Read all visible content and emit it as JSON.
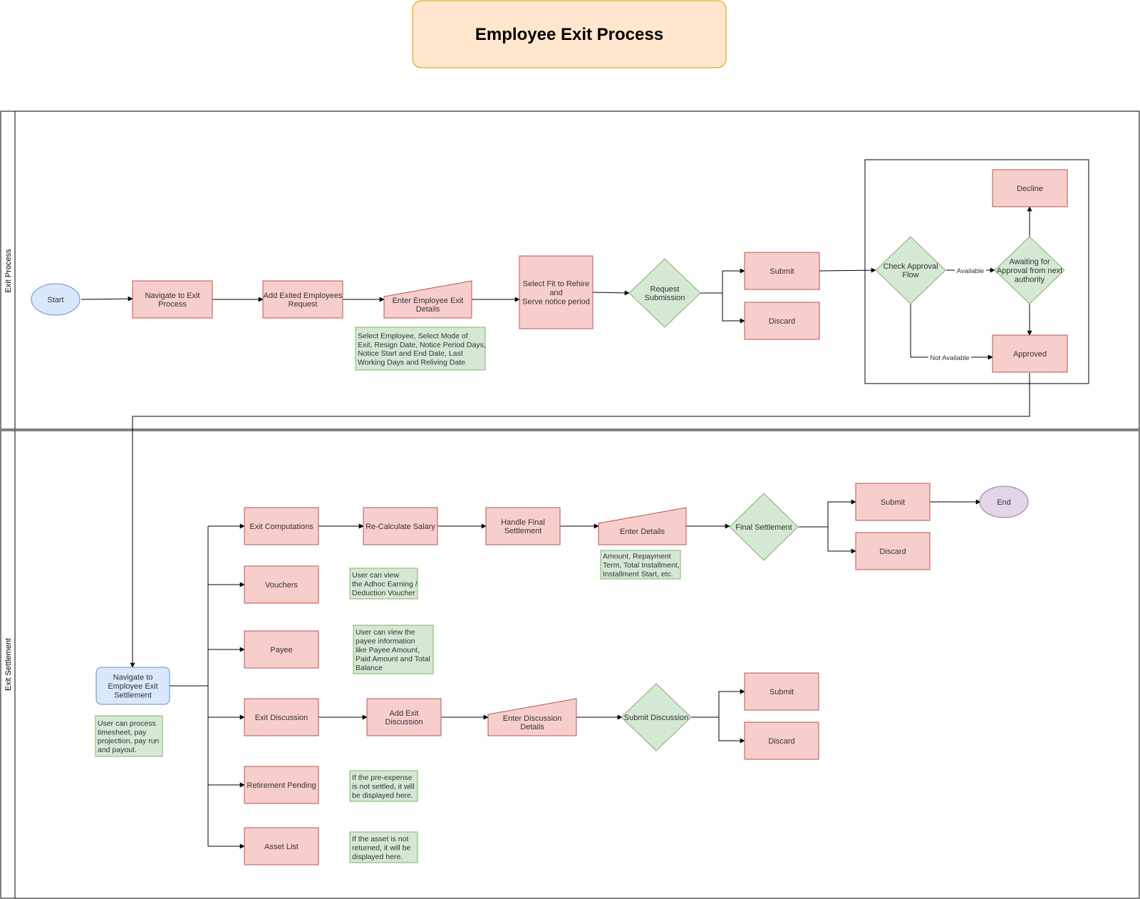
{
  "title": "Employee Exit Process",
  "lanes": {
    "exit_process": "Exit Process",
    "exit_settlement": "Exit Settlement"
  },
  "nodes": {
    "start": [
      "Start"
    ],
    "navigate_exit_process": [
      "Navigate to Exit",
      "Process"
    ],
    "add_exited_request": [
      "Add Exited Employees",
      "Request"
    ],
    "enter_exit_details": [
      "Enter Employee Exit",
      "Details"
    ],
    "select_fit_rehire": [
      "Select Fit to Rehire",
      "and",
      "Serve notice period"
    ],
    "request_submission": [
      "Request",
      "Submission"
    ],
    "submit_1": [
      "Submit"
    ],
    "discard_1": [
      "Discard"
    ],
    "check_approval_flow": [
      "Check Approval",
      "Flow"
    ],
    "awaiting_approval": [
      "Awaiting for",
      "Approval from next",
      "authority"
    ],
    "decline": [
      "Decline"
    ],
    "approved": [
      "Approved"
    ],
    "navigate_settlement": [
      "Navigate to",
      "Employee Exit",
      "Settlement"
    ],
    "exit_computations": [
      "Exit Computations"
    ],
    "recalculate_salary": [
      "Re-Calculate Salary"
    ],
    "handle_final_settlement": [
      "Handle Final",
      "Settlement"
    ],
    "enter_details": [
      "Enter Details"
    ],
    "final_settlement": [
      "Final Settlement"
    ],
    "submit_2": [
      "Submit"
    ],
    "discard_2": [
      "Discard"
    ],
    "end": [
      "End"
    ],
    "vouchers": [
      "Vouchers"
    ],
    "payee": [
      "Payee"
    ],
    "exit_discussion": [
      "Exit Discussion"
    ],
    "add_exit_discussion": [
      "Add Exit",
      "Discussion"
    ],
    "enter_discussion_details": [
      "Enter Discussion",
      "Details"
    ],
    "submit_discussion": [
      "Submit Discussion"
    ],
    "submit_3": [
      "Submit"
    ],
    "discard_3": [
      "Discard"
    ],
    "retirement_pending": [
      "Retirement Pending"
    ],
    "asset_list": [
      "Asset  List"
    ]
  },
  "notes": {
    "exit_details_note": [
      "Select Employee, Select Mode of",
      "Exit, Resign Date, Notice Period Days,",
      "Notice Start and End Date, Last",
      "Working Days and Reliving Date"
    ],
    "settlement_note": [
      "User can process",
      "timesheet, pay",
      "projection, pay run",
      "and payout."
    ],
    "enter_details_note": [
      "Amount, Repayment",
      "Term, Total Installment,",
      "Installment Start, etc."
    ],
    "vouchers_note": [
      "User can view",
      "the Adhoc Earning /",
      "Deduction Voucher"
    ],
    "payee_note": [
      "User can view the",
      "payee information",
      "like Payee Amount,",
      "Paid Amount and Total",
      "Balance"
    ],
    "retirement_note": [
      "If the pre-expense",
      "is not settled, it will",
      "be displayed here."
    ],
    "asset_note": [
      "If the asset is not",
      "returned, it will be",
      "displayed here."
    ]
  },
  "edge_labels": {
    "available": "Available",
    "not_available": "Not Available"
  },
  "colors": {
    "process_fill": "#f8cecc",
    "process_stroke": "#b85450",
    "decision_fill": "#d5e8d4",
    "decision_stroke": "#82b366",
    "start_fill": "#dae8fc",
    "start_stroke": "#6c8ebf",
    "end_fill": "#e1d5e7",
    "end_stroke": "#9673a6",
    "title_fill": "#ffe6cc",
    "title_stroke": "#d79b00"
  }
}
